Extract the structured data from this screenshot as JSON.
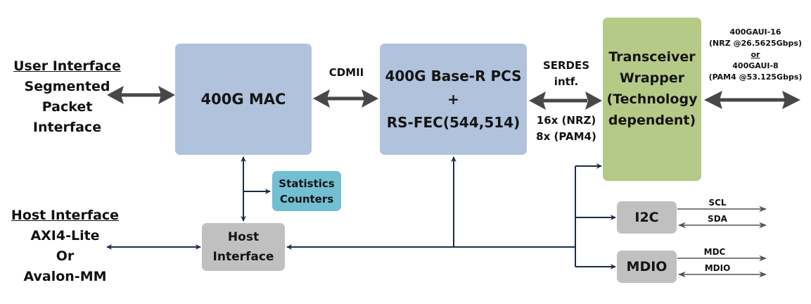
{
  "left_labels": {
    "user_interface": {
      "heading": "User Interface",
      "lines": [
        "Segmented",
        "Packet",
        "Interface"
      ]
    },
    "host_interface": {
      "heading": "Host Interface",
      "lines": [
        "AXI4-Lite",
        "Or",
        "Avalon-MM"
      ]
    }
  },
  "blocks": {
    "mac": {
      "label": "400G MAC",
      "color": "#b0c2dc"
    },
    "pcs": {
      "lines": [
        "400G Base-R PCS",
        "+",
        "RS-FEC(544,514)"
      ],
      "color": "#b0c2dc"
    },
    "transceiver": {
      "lines": [
        "Transceiver",
        "Wrapper",
        "(Technology",
        "dependent)"
      ],
      "color": "#b5ca86"
    },
    "stats": {
      "lines": [
        "Statistics",
        "Counters"
      ],
      "color": "#72bfd2"
    },
    "host": {
      "lines": [
        "Host",
        "Interface"
      ],
      "color": "#c0c0c0"
    },
    "i2c": {
      "label": "I2C",
      "color": "#c0c0c0"
    },
    "mdio": {
      "label": "MDIO",
      "color": "#c0c0c0"
    }
  },
  "link_labels": {
    "cdmii": "CDMII",
    "serdes_top": [
      "SERDES",
      "intf."
    ],
    "serdes_bottom": [
      "16x (NRZ)",
      "8x (PAM4)"
    ],
    "line_side": {
      "line1": "400GAUI-16",
      "line2": "(NRZ @26.5625Gbps)",
      "or": "or",
      "line3": "400GAUI-8",
      "line4": "(PAM4 @53.125Gbps)"
    },
    "scl": "SCL",
    "sda": "SDA",
    "mdc": "MDC",
    "mdio": "MDIO"
  },
  "colors": {
    "thick_arrow": "#474747",
    "thin_arrow": "#1b2c45",
    "signal_arrow": "#4a4a4a"
  }
}
